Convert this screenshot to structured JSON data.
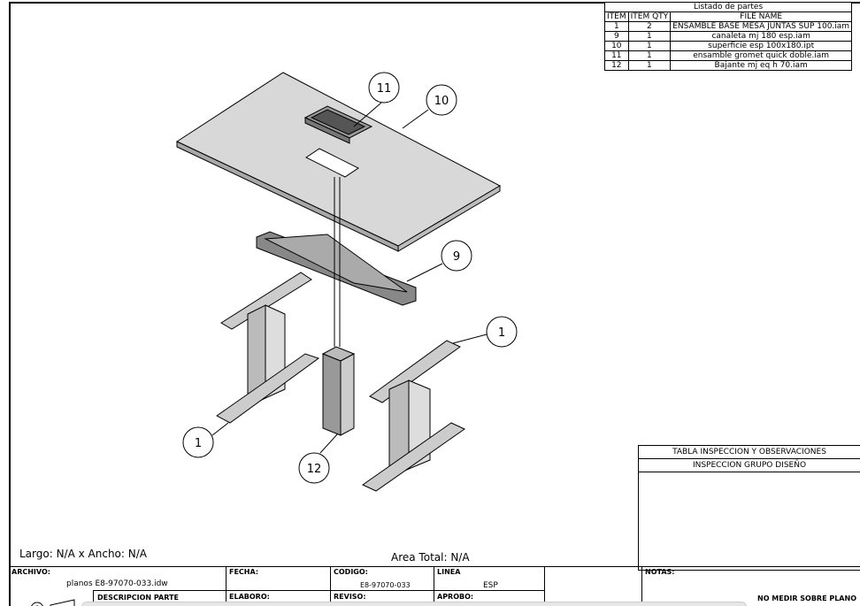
{
  "parts_list": {
    "title": "Listado de partes",
    "headers": [
      "ITEM",
      "ITEM QTY",
      "FILE NAME"
    ],
    "rows": [
      {
        "item": "1",
        "qty": "2",
        "file": "ENSAMBLE BASE MESA JUNTAS SUP 100.iam"
      },
      {
        "item": "9",
        "qty": "1",
        "file": "canaleta mj 180 esp.iam"
      },
      {
        "item": "10",
        "qty": "1",
        "file": "superficie esp 100x180.ipt"
      },
      {
        "item": "11",
        "qty": "1",
        "file": "ensamble gromet quick doble.iam"
      },
      {
        "item": "12",
        "qty": "1",
        "file": "Bajante mj eq h 70.iam"
      }
    ]
  },
  "balloons": {
    "b11": "11",
    "b10": "10",
    "b9": "9",
    "b1a": "1",
    "b1b": "1",
    "b12": "12"
  },
  "inspection": {
    "title": "TABLA INSPECCION Y OBSERVACIONES",
    "subtitle": "INSPECCION GRUPO DISEÑO"
  },
  "dimensions": {
    "size": "Largo: N/A x Ancho: N/A",
    "area": "Area Total: N/A"
  },
  "title_block": {
    "archivo_label": "ARCHIVO:",
    "archivo": "planos E8-97070-033.idw",
    "fecha_label": "FECHA:",
    "codigo_label": "CODIGO:",
    "codigo": "E8-97070-033",
    "linea_label": "LINEA",
    "linea": "ESP",
    "notas_label": "NOTAS:",
    "descripcion_label": "DESCRIPCION PARTE",
    "elaboro_label": "ELABORO:",
    "reviso_label": "REVISO:",
    "aprobo_label": "APROBO:",
    "warning": "NO MEDIR SOBRE PLANO"
  }
}
